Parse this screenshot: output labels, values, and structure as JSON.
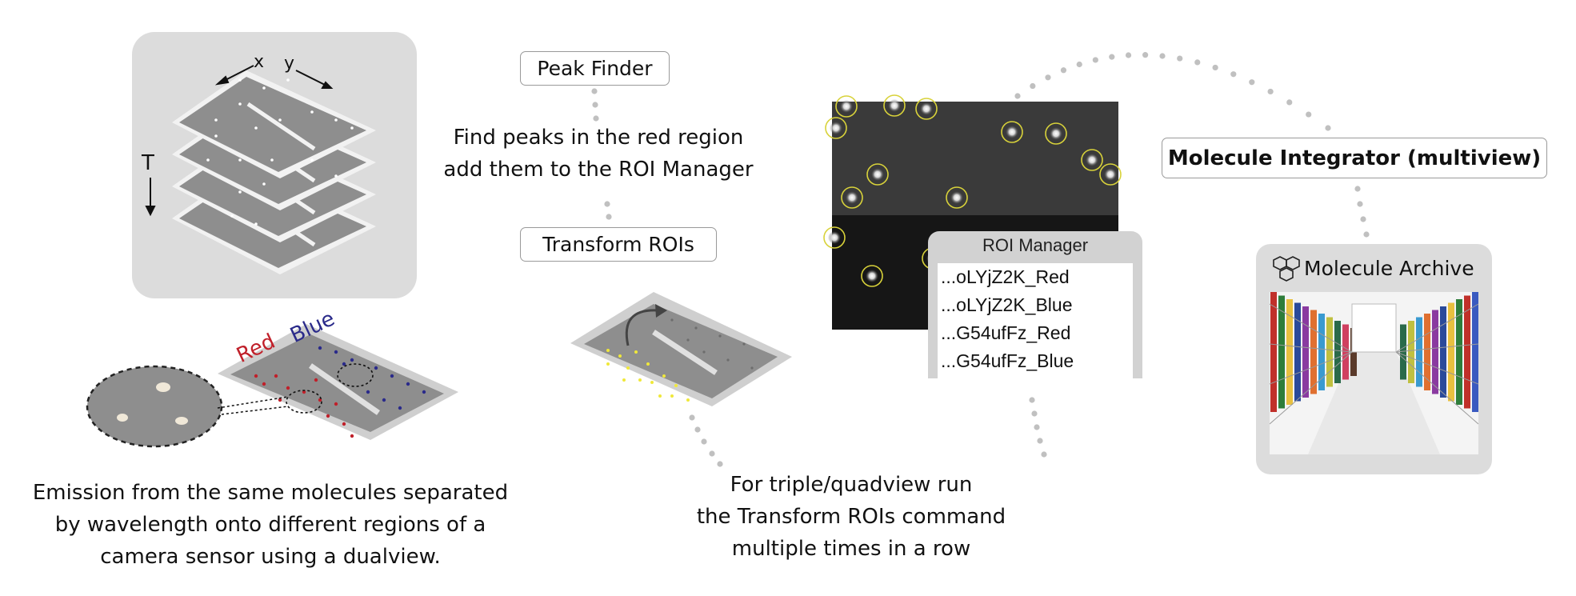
{
  "stack": {
    "axis_x": "x",
    "axis_y": "y",
    "axis_t": "T"
  },
  "dualview": {
    "red_label": "Red",
    "blue_label": "Blue",
    "caption_lines": [
      "Emission from the same molecules separated",
      "by wavelength onto different regions of a",
      "camera sensor using a dualview."
    ]
  },
  "peak_finder": {
    "label": "Peak Finder",
    "desc_lines": [
      "Find peaks in the red region",
      "add them to the ROI Manager"
    ]
  },
  "transform": {
    "label": "Transform ROIs",
    "note_lines": [
      "For triple/quadview run",
      "the Transform ROIs command",
      "multiple times in a row"
    ]
  },
  "roi_manager": {
    "title": "ROI Manager",
    "items": [
      "...oLYjZ2K_Red",
      "...oLYjZ2K_Blue",
      "...G54ufFz_Red",
      "...G54ufFz_Blue"
    ]
  },
  "integrator": {
    "label": "Molecule Integrator (multiview)"
  },
  "archive": {
    "label": "Molecule Archive"
  },
  "colors": {
    "red": "#c0202a",
    "blue": "#2a2a8a",
    "peak_circle": "#d8d23a",
    "dot_connector": "#c0c0c0",
    "panel_bg": "#dedede"
  }
}
